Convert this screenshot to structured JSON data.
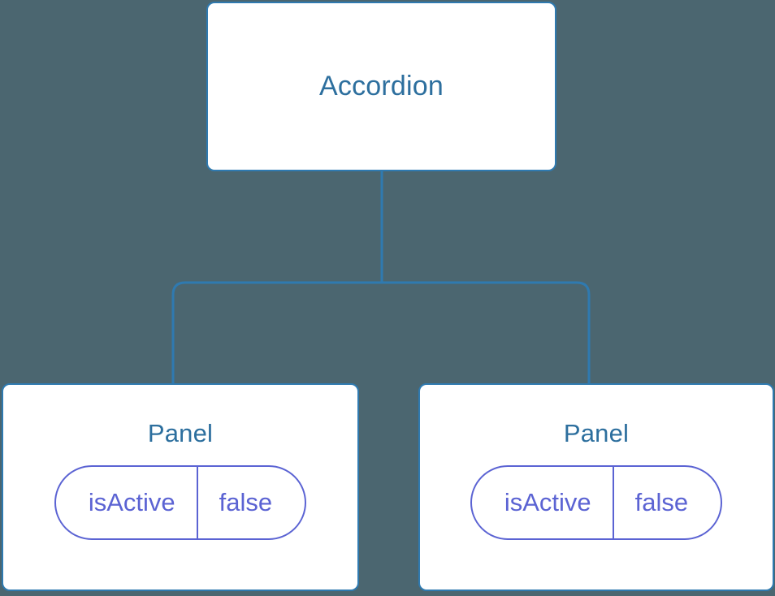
{
  "diagram": {
    "type": "component-tree",
    "background_color": "#4b6670",
    "edge_color": "#2f7ab0",
    "card_border_color": "#2f7ab0",
    "card_fill_color": "#ffffff",
    "title_color": "#2d6f9e",
    "pill_color": "#5b63d3"
  },
  "root": {
    "title": "Accordion"
  },
  "children": [
    {
      "title": "Panel",
      "state": {
        "key": "isActive",
        "value": "false"
      }
    },
    {
      "title": "Panel",
      "state": {
        "key": "isActive",
        "value": "false"
      }
    }
  ]
}
